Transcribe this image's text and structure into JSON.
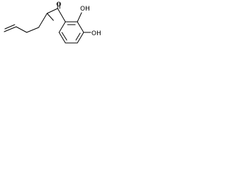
{
  "molecule": {
    "atom_labels": {
      "carbonyl_oxygen": "O",
      "hydroxyl_top": "OH",
      "hydroxyl_right": "OH"
    },
    "colors": {
      "bond": "#000000",
      "label": "#000000",
      "background": "#ffffff"
    }
  }
}
